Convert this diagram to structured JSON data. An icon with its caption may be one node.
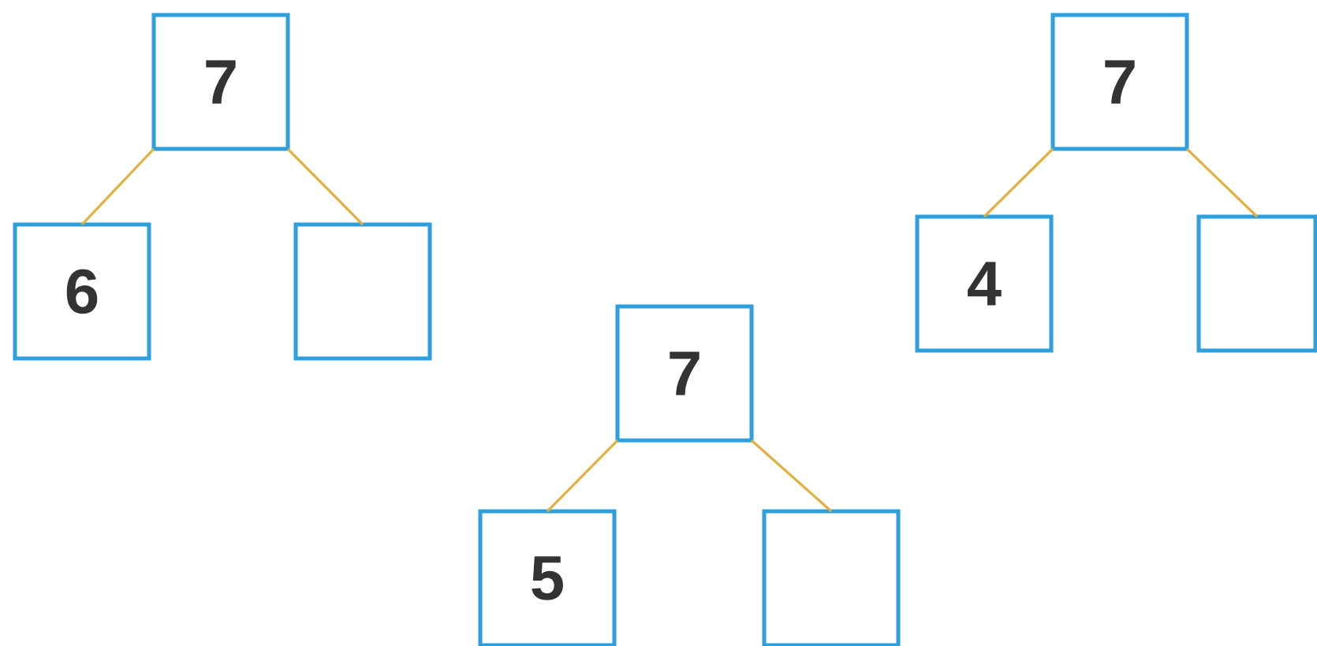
{
  "diagram": {
    "nodes": [
      {
        "text": [
          "7"
        ]
      },
      {
        "text": [
          "6"
        ]
      },
      {
        "text": [],
        "shape": "box"
      },
      {
        "text": [
          "7"
        ]
      },
      {
        "text": [
          "4"
        ]
      },
      {
        "text": [],
        "shape": "box"
      },
      {
        "text": [
          "7"
        ]
      },
      {
        "text": [
          "5"
        ]
      },
      {
        "text": [],
        "shape": "box"
      }
    ],
    "edges": [
      {
        "from": 0,
        "to": 1,
        "arrow": "none"
      },
      {
        "from": 0,
        "to": 2,
        "arrow": "none"
      },
      {
        "from": 3,
        "to": 4,
        "arrow": "none"
      },
      {
        "from": 3,
        "to": 5,
        "arrow": "none"
      },
      {
        "from": 6,
        "to": 7,
        "arrow": "none"
      },
      {
        "from": 6,
        "to": 8,
        "arrow": "none"
      }
    ]
  }
}
